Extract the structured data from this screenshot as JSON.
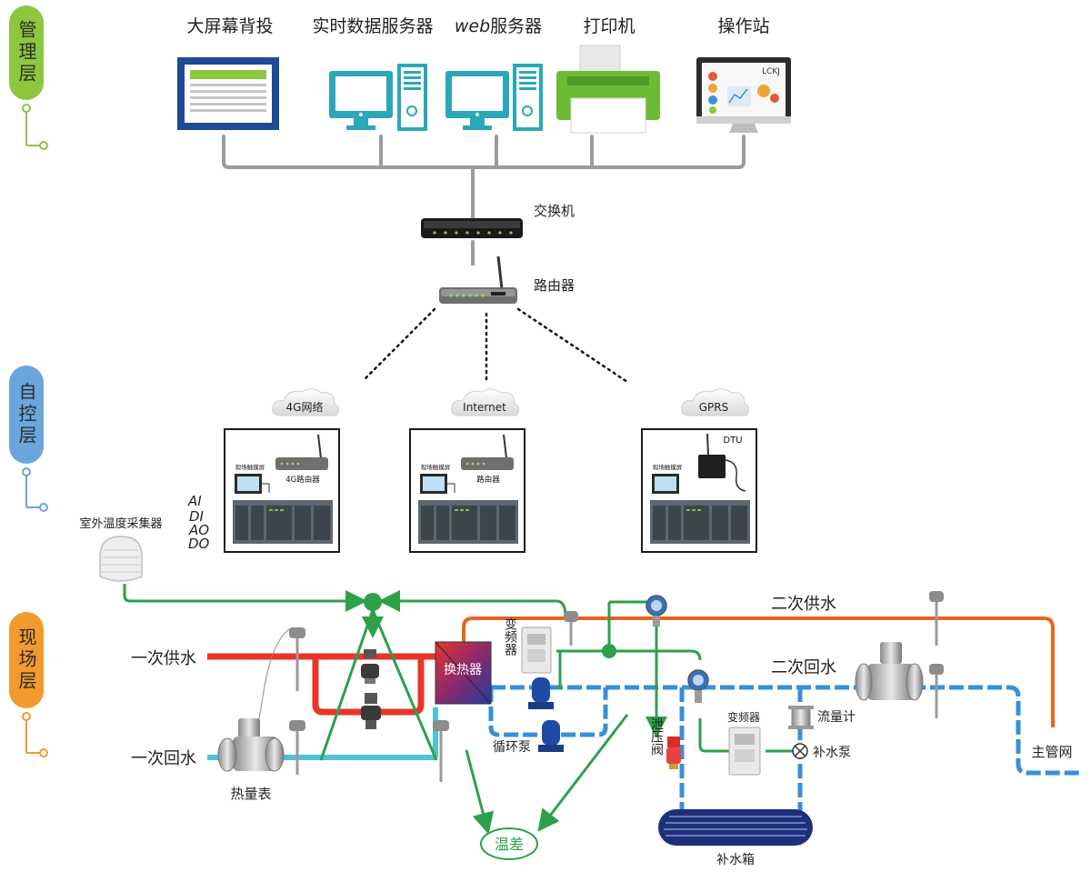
{
  "layers": {
    "management": "管理层",
    "control": "自控层",
    "field": "现场层"
  },
  "devices": {
    "screen": "大屏幕背投",
    "data_server": "实时数据服务器",
    "web_prefix": "web",
    "web_server": "服务器",
    "printer": "打印机",
    "workstation": "操作站",
    "workstation_logo": "LCKJ",
    "switch": "交换机",
    "router": "路由器"
  },
  "networks": {
    "net1": "4G网络",
    "net2": "Internet",
    "net3": "GPRS"
  },
  "cabinets": {
    "touch": "现场触摸屏",
    "router_4g": "4G路由器",
    "router": "路由器",
    "dtu": "DTU"
  },
  "io": [
    "AI",
    "DI",
    "AO",
    "DO"
  ],
  "field": {
    "outdoor_sensor": "室外温度采集器",
    "primary_supply": "一次供水",
    "primary_return": "一次回水",
    "heat_meter": "热量表",
    "heat_exchanger": "换热器",
    "vfd1": "变频器",
    "circ_pump": "循环泵",
    "relief_valve": "泄压阀",
    "secondary_supply": "二次供水",
    "secondary_return": "二次回水",
    "vfd2": "变频器",
    "flow_meter": "流量计",
    "makeup_pump": "补水泵",
    "makeup_tank": "补水箱",
    "main_network": "主管网",
    "temp_diff": "温差"
  },
  "colors": {
    "management": "#8dc63f",
    "control": "#6aa6dc",
    "field": "#f29a2e",
    "supply_red": "#e8342b",
    "return_blue": "#3a8fd6",
    "secondary_orange": "#e8641f",
    "signal_green": "#2ca14a"
  }
}
